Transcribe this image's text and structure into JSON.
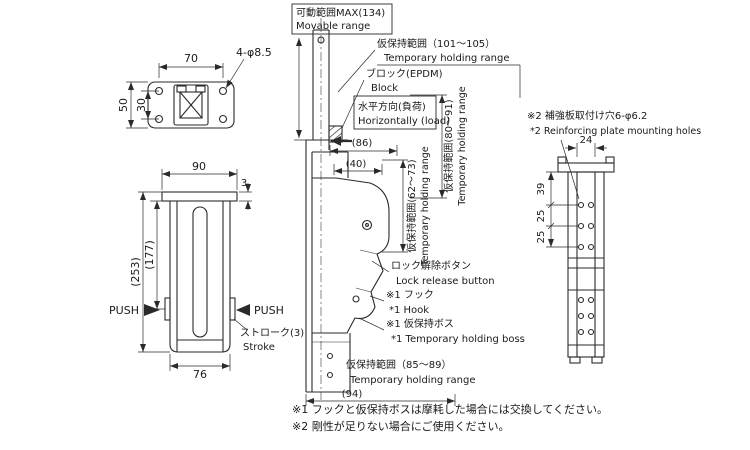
{
  "colors": {
    "line": "#2a2a2a",
    "background": "#ffffff"
  },
  "drawing": {
    "top_view": {
      "dim_width_70": "70",
      "holes_label": "4-φ8.5",
      "dim_height_50": "50",
      "dim_inner_30": "30"
    },
    "front_view": {
      "dim_width_90": "90",
      "dim_flange_3": "3",
      "dim_height_253": "(253)",
      "dim_height_177": "(177)",
      "push_left": "PUSH",
      "push_right": "PUSH",
      "stroke_jp": "ストローク(3)",
      "stroke_en": "Stroke",
      "dim_width_76": "76"
    },
    "side_view": {
      "movable_range_jp": "可動範囲MAX(134)",
      "movable_range_en": "Movable range",
      "temp_range_101_jp": "仮保持範囲（101～105）",
      "temp_range_101_en": "Temporary holding range",
      "block_jp": "ブロック(EPDM)",
      "block_en": "Block",
      "load_jp": "水平方向(負荷)",
      "load_en": "Horizontally (load)",
      "temp_range_80_jp": "仮保持範囲(80～91)",
      "temp_range_80_en": "Temporary holding range",
      "dim_86": "(86)",
      "dim_40": "(40)",
      "temp_range_62_jp": "仮保持範囲(62～73)",
      "temp_range_62_en": "Temporary holding range",
      "lock_release_jp": "ロック解除ボタン",
      "lock_release_en": "Lock release button",
      "hook_jp": "※1 フック",
      "hook_en": "*1  Hook",
      "boss_jp": "※1 仮保持ボス",
      "boss_en": "*1  Temporary holding boss",
      "temp_range_85_jp": "仮保持範囲（85～89）",
      "temp_range_85_en": "Temporary holding range",
      "dim_94": "(94)"
    },
    "right_view": {
      "reinforce_jp": "※2 補強板取付け穴6-φ6.2",
      "reinforce_en": "*2 Reinforcing plate mounting holes",
      "dim_24": "24",
      "dim_39": "39",
      "dim_25a": "25",
      "dim_25b": "25"
    },
    "notes": {
      "note1": "※1 フックと仮保持ボスは摩耗した場合には交換してください。",
      "note2": "※2 剛性が足りない場合にご使用ください。"
    }
  }
}
